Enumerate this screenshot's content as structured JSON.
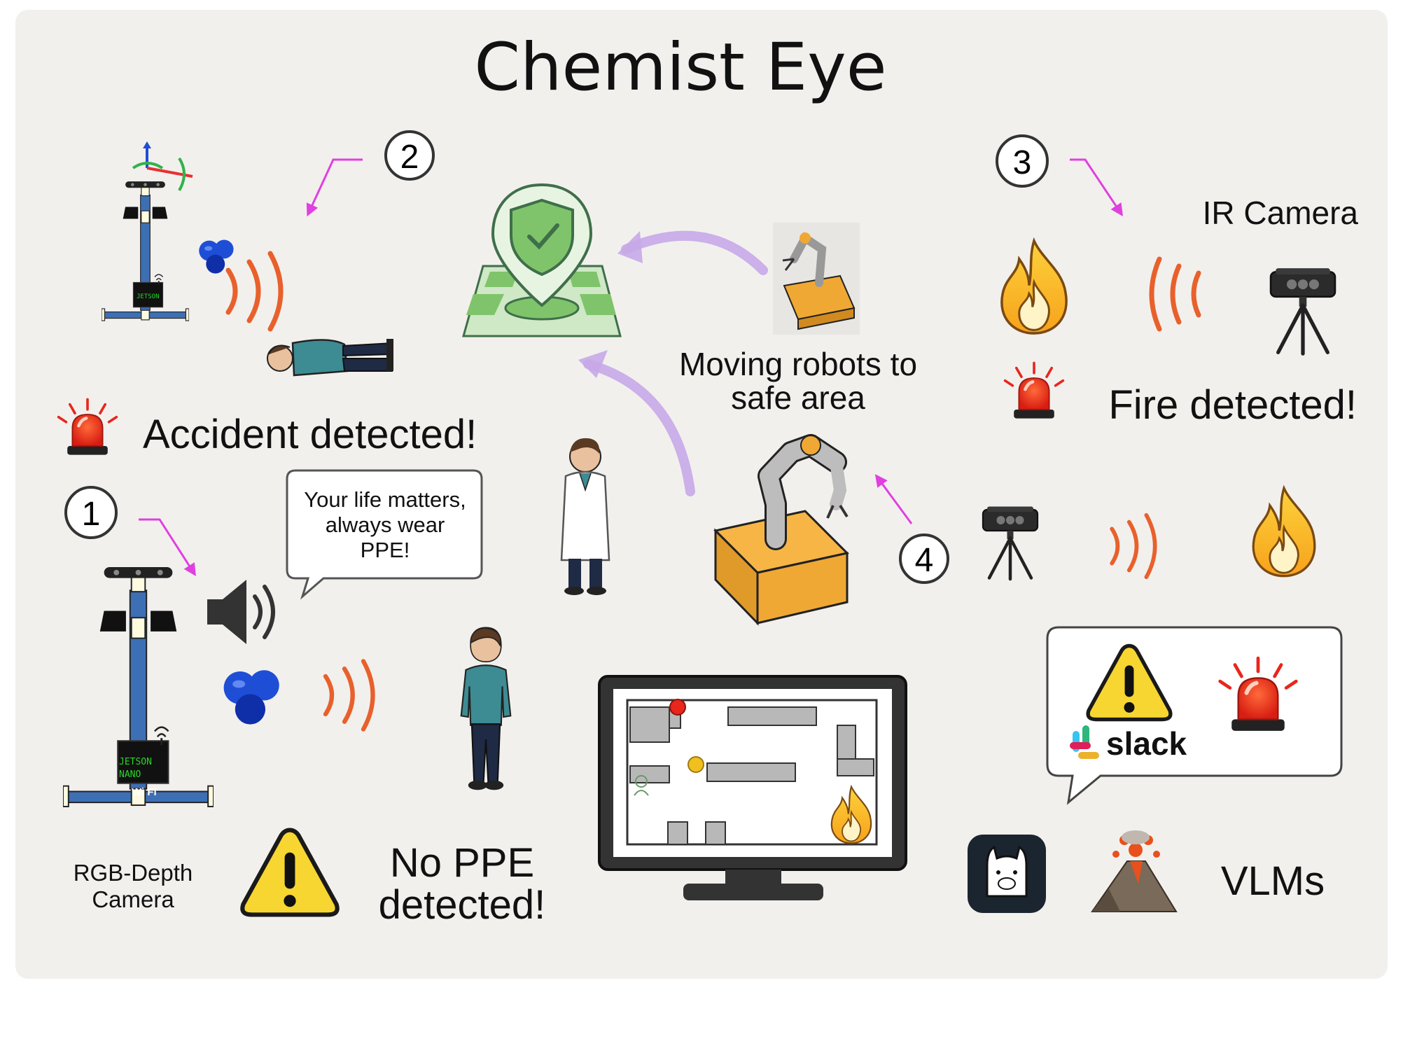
{
  "title": "Chemist Eye",
  "steps": [
    "1",
    "2",
    "3",
    "4"
  ],
  "labels": {
    "accident": "Accident detected!",
    "speech_bubble": [
      "Your life matters,",
      "always wear",
      "PPE!"
    ],
    "no_ppe": [
      "No PPE",
      "detected!"
    ],
    "rgb_camera": [
      "RGB-Depth",
      "Camera"
    ],
    "moving_robots": [
      "Moving robots to",
      "safe area"
    ],
    "ir_camera": "IR Camera",
    "fire": "Fire detected!",
    "vlms": "VLMs",
    "slack": "slack",
    "jetson": [
      "JETSON",
      "NANO"
    ],
    "wifi": "Wi Fi"
  },
  "icons": [
    "camera-tower-icon",
    "alarm-light-icon",
    "warning-icon",
    "speaker-icon",
    "fire-icon",
    "ir-camera-icon",
    "robot-arm-icon",
    "safe-zone-map-icon",
    "monitor-map-icon",
    "slack-icon",
    "llama-icon",
    "volcano-icon",
    "person-icon",
    "scientist-icon",
    "fallen-person-icon",
    "signal-waves-icon"
  ],
  "colors": {
    "background": "#f2f0ed",
    "arrow_pink": "#e040e0",
    "arrow_purple": "#b48ad8",
    "waves": "#e8602c",
    "tower_blue": "#3d6fb5",
    "robot_base": "#f0a834",
    "shield_green": "#3f9a5a",
    "warning_yellow": "#f7d631",
    "alarm_red": "#e8261c"
  }
}
